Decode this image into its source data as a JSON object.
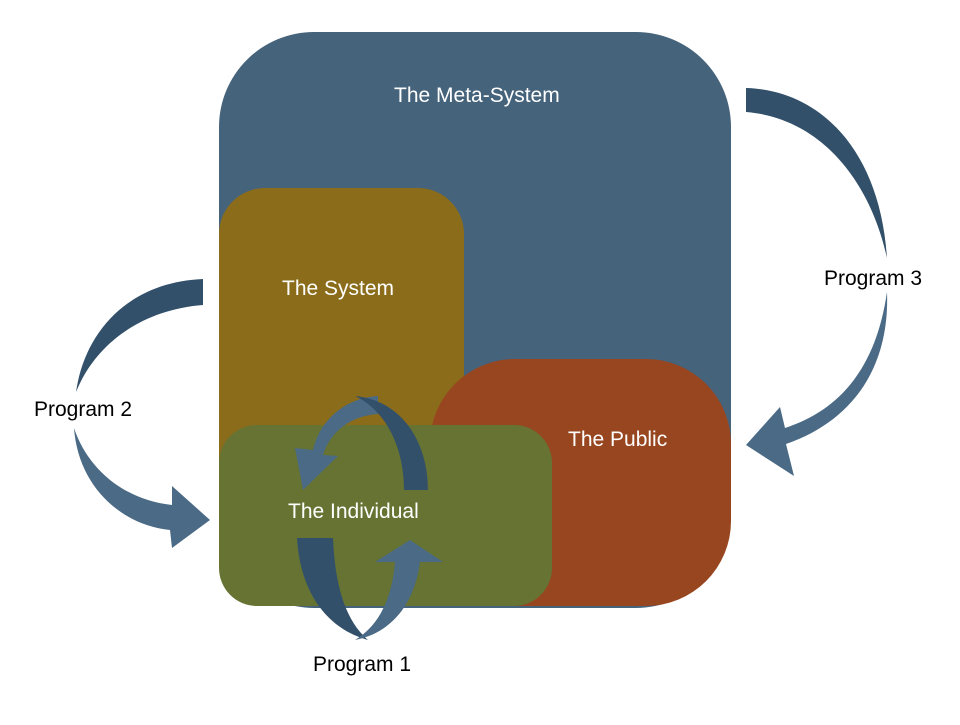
{
  "diagram": {
    "boxes": {
      "meta_system": {
        "label": "The Meta-System",
        "color": "#46637c"
      },
      "system": {
        "label": "The System",
        "color": "#8b6c1b"
      },
      "public": {
        "label": "The Public",
        "color": "#97461f"
      },
      "individual": {
        "label": "The Individual",
        "color": "#667333"
      }
    },
    "programs": {
      "program_1": {
        "label": "Program 1"
      },
      "program_2": {
        "label": "Program 2"
      },
      "program_3": {
        "label": "Program 3"
      }
    },
    "colors": {
      "arrow_light": "#4a6a86",
      "arrow_dark": "#33506a",
      "text_on_box": "#ffffff",
      "text_outside": "#000000"
    }
  }
}
